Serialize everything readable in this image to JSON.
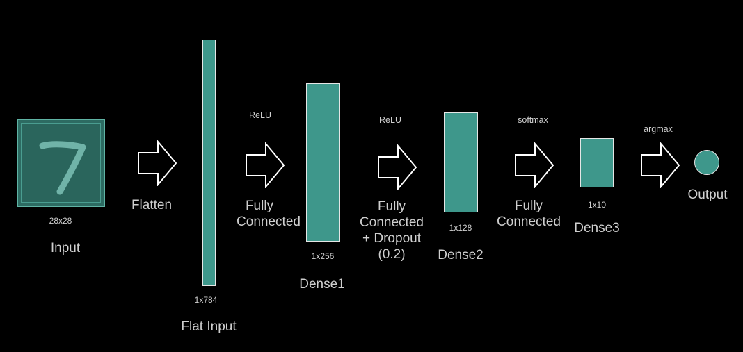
{
  "colors": {
    "background": "#000000",
    "layer_fill": "#3e978b",
    "layer_border": "#e6e6e6",
    "text": "#cfcfcf"
  },
  "input": {
    "name": "Input",
    "size": "28x28",
    "digit": "7"
  },
  "flatten": {
    "label": "Flatten"
  },
  "flat_input": {
    "name": "Flat Input",
    "size": "1x784"
  },
  "fc1": {
    "activation": "ReLU",
    "label_line1": "Fully",
    "label_line2": "Connected"
  },
  "dense1": {
    "name": "Dense1",
    "size": "1x256"
  },
  "fc2": {
    "activation": "ReLU",
    "label_line1": "Fully",
    "label_line2": "Connected",
    "label_line3": "+ Dropout",
    "label_line4": "(0.2)"
  },
  "dense2": {
    "name": "Dense2",
    "size": "1x128"
  },
  "fc3": {
    "activation": "softmax",
    "label_line1": "Fully",
    "label_line2": "Connected"
  },
  "dense3": {
    "name": "Dense3",
    "size": "1x10"
  },
  "final": {
    "activation": "argmax"
  },
  "output": {
    "name": "Output"
  }
}
